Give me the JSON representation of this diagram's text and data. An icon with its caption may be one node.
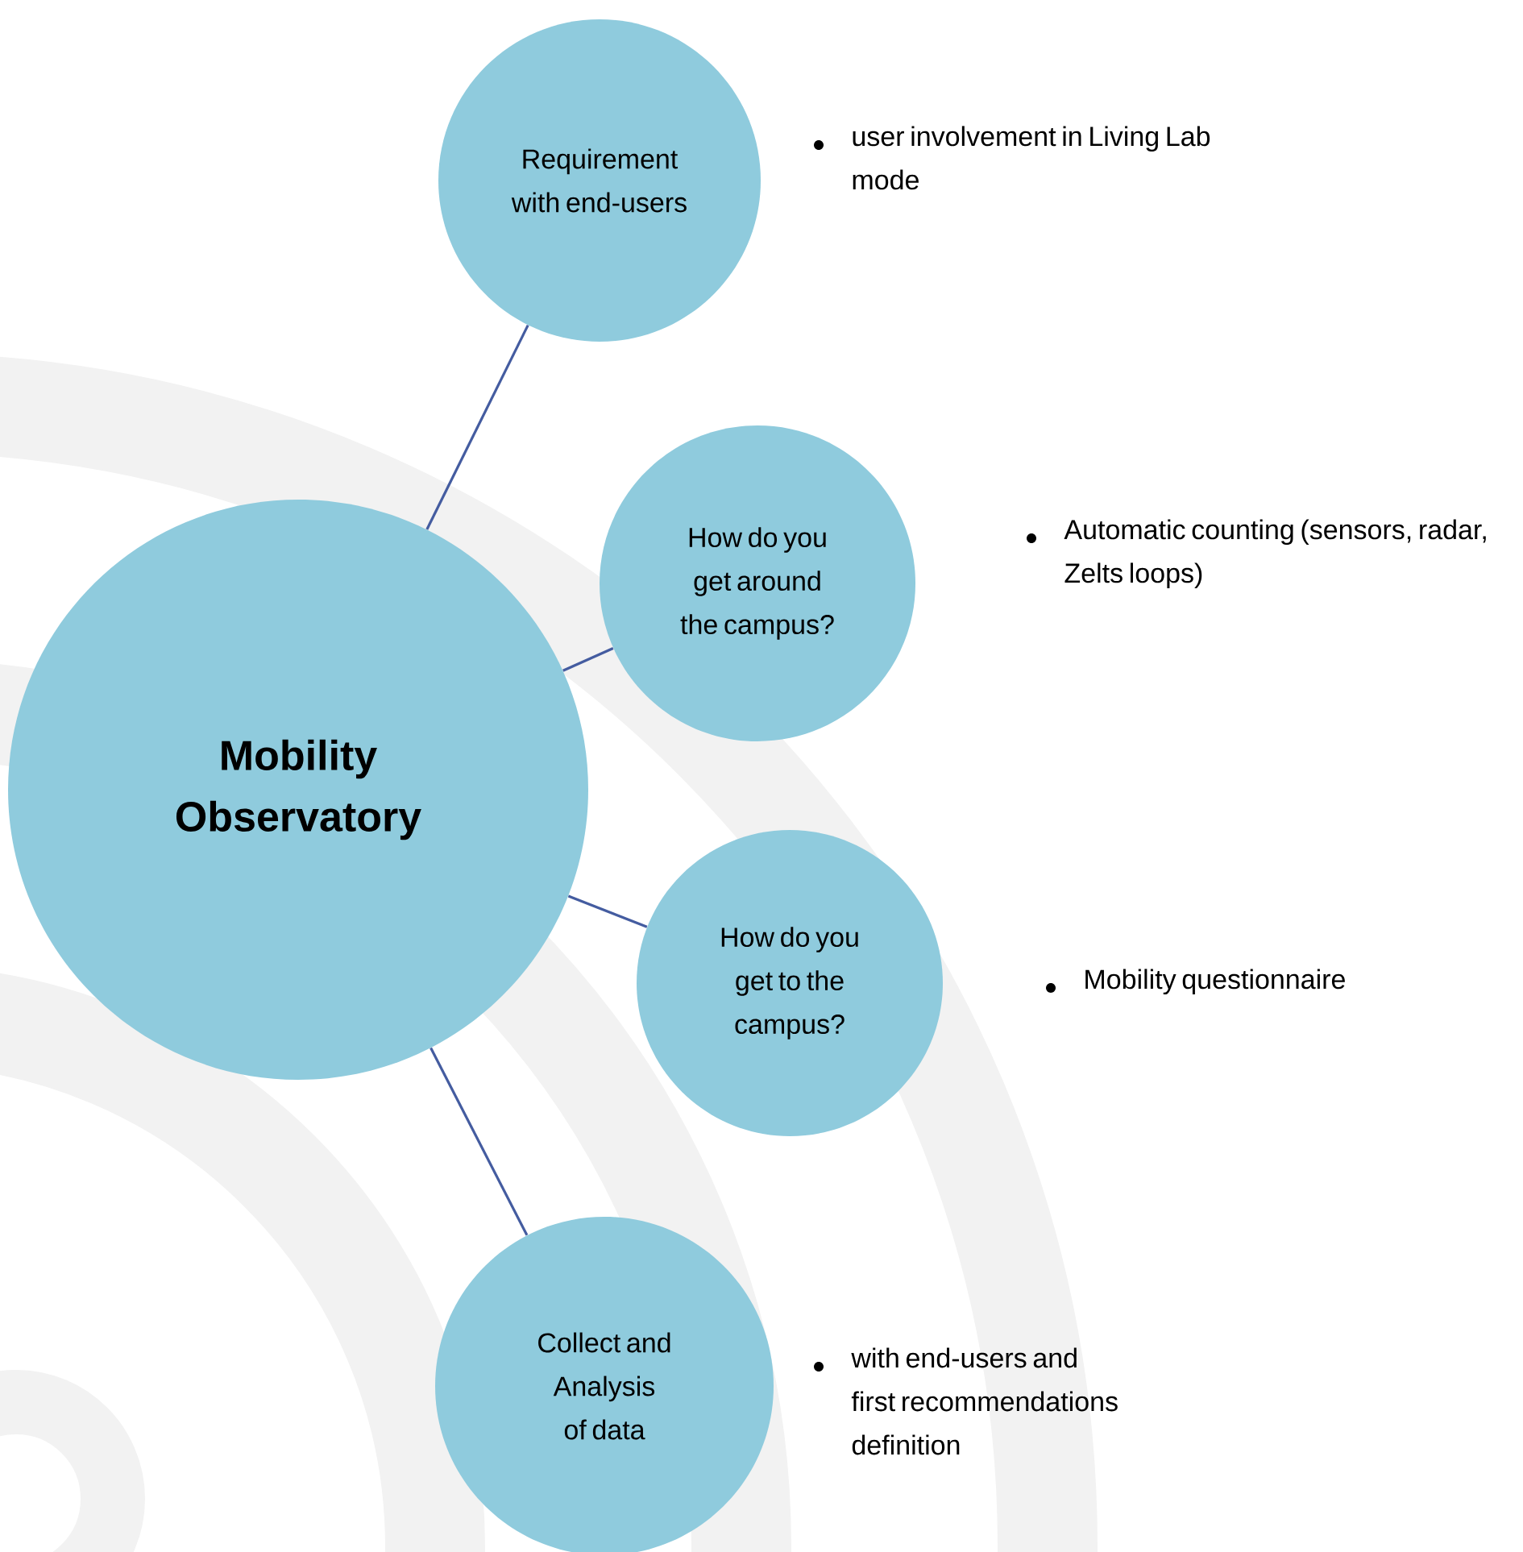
{
  "diagram": {
    "nodes": [
      {
        "text": [
          "Mobility Observatory"
        ]
      },
      {
        "text": [
          "Requirement with end-users"
        ],
        "beside": [
          "user involvement in Living Lab mode"
        ]
      },
      {
        "text": [
          "How do you get around the campus?"
        ]
      },
      {
        "text": [
          "How do you get to the campus?"
        ]
      },
      {
        "text": [
          "Collect and Analysis of data"
        ],
        "beside": [
          "with end-users and first recommendations definition"
        ]
      }
    ],
    "edges": [
      {
        "from": 0,
        "to": 1,
        "arrow": "none"
      },
      {
        "from": 0,
        "to": 2,
        "arrow": "none"
      },
      {
        "from": 0,
        "to": 3,
        "arrow": "none"
      },
      {
        "from": 0,
        "to": 4,
        "arrow": "none"
      }
    ],
    "labels": [
      "Automatic counting (sensors, radar, Zelts loops)",
      "Mobility questionnaire"
    ]
  }
}
